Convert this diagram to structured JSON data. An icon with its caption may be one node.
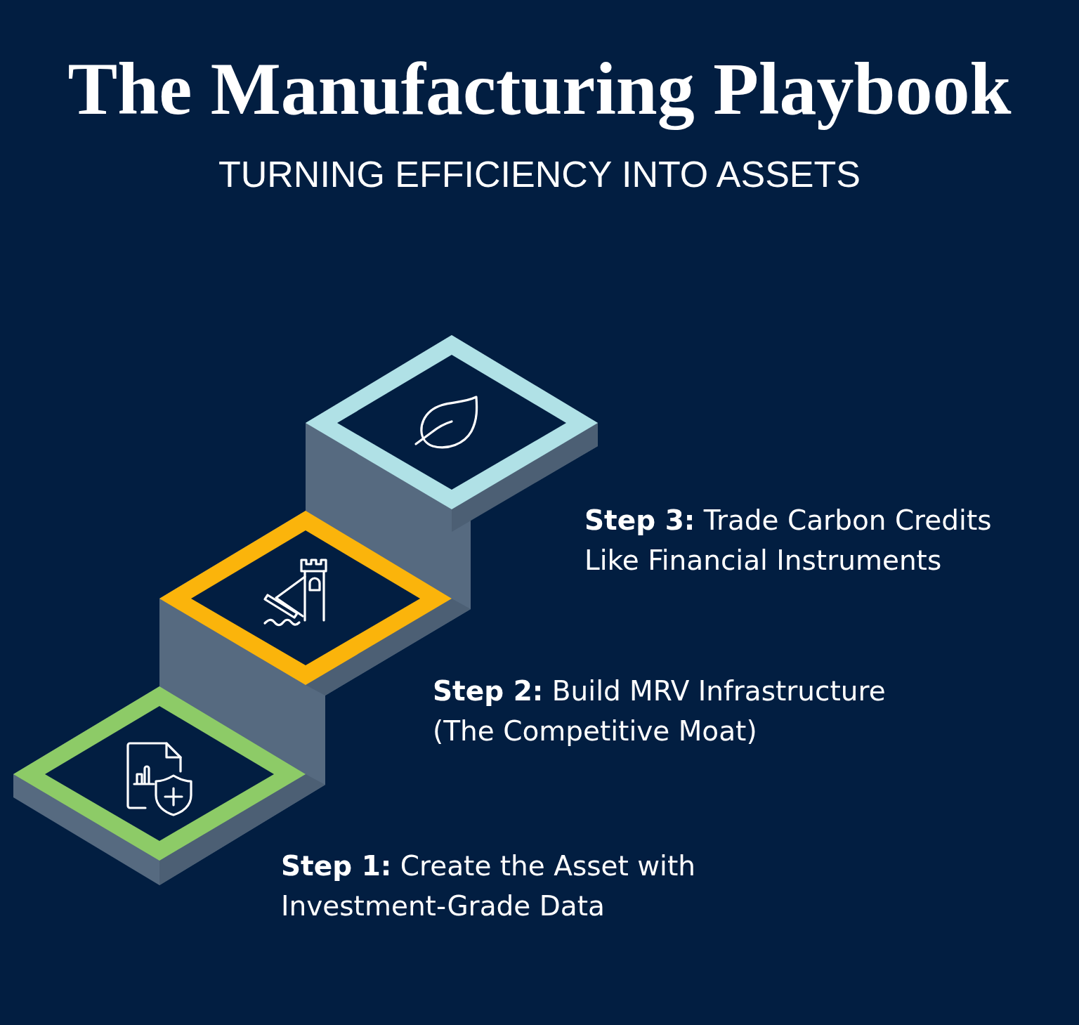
{
  "diagram": {
    "title": "The Manufacturing Playbook",
    "nodes": [
      {
        "text": [],
        "shape": "diamond",
        "beside": [
          "**Step 1:** Create the Asset with Investment-Grade Data"
        ]
      },
      {
        "text": [],
        "shape": "diamond",
        "beside": [
          "**Step 2:** Build MRV Infrastructure (The Competitive Moat)"
        ]
      },
      {
        "text": [],
        "shape": "diamond",
        "beside": [
          "**Step 3:** Trade Carbon Credits Like Financial Instruments"
        ]
      }
    ],
    "labels": [
      "TURNING EFFICIENCY INTO ASSETS"
    ]
  }
}
